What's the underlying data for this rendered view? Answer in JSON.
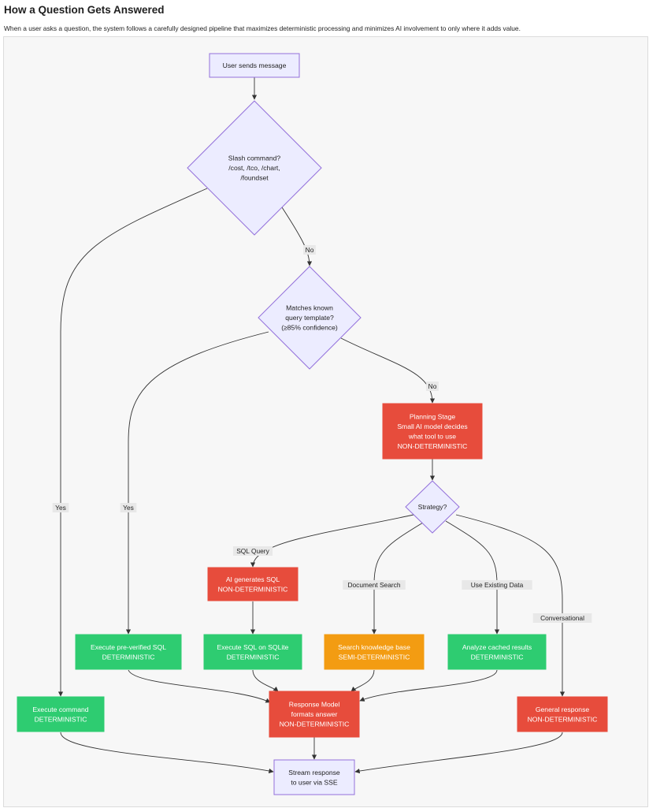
{
  "page": {
    "title": "How a Question Gets Answered",
    "description": "When a user asks a question, the system follows a carefully designed pipeline that maximizes deterministic processing and minimizes AI involvement to only where it adds value."
  },
  "colors": {
    "neutral_fill": "#ececff",
    "neutral_stroke": "#9370db",
    "nondeterministic": "#e74c3c",
    "deterministic": "#2ecc71",
    "semideterministic": "#f39c12",
    "edge": "#333333",
    "label_bg": "#e8e8e8"
  },
  "flowchart": {
    "nodes": {
      "user_sends": {
        "lines": [
          "User sends message"
        ]
      },
      "slash_decision": {
        "lines": [
          "Slash command?",
          "/cost, /tco, /chart,",
          "/foundset"
        ]
      },
      "template_decision": {
        "lines": [
          "Matches known",
          "query template?",
          "(≥85% confidence)"
        ]
      },
      "planning_stage": {
        "lines": [
          "Planning Stage",
          "Small AI model decides",
          "what tool to use",
          "NON-DETERMINISTIC"
        ]
      },
      "strategy_decision": {
        "lines": [
          "Strategy?"
        ]
      },
      "ai_generates_sql": {
        "lines": [
          "AI generates SQL",
          "NON-DETERMINISTIC"
        ]
      },
      "execute_preverified": {
        "lines": [
          "Execute pre-verified SQL",
          "DETERMINISTIC"
        ]
      },
      "execute_sqlite": {
        "lines": [
          "Execute SQL on SQLite",
          "DETERMINISTIC"
        ]
      },
      "search_kb": {
        "lines": [
          "Search knowledge base",
          "SEMI-DETERMINISTIC"
        ]
      },
      "analyze_cached": {
        "lines": [
          "Analyze cached results",
          "DETERMINISTIC"
        ]
      },
      "execute_command": {
        "lines": [
          "Execute command",
          "DETERMINISTIC"
        ]
      },
      "response_model": {
        "lines": [
          "Response Model",
          "formats answer",
          "NON-DETERMINISTIC"
        ]
      },
      "general_response": {
        "lines": [
          "General response",
          "NON-DETERMINISTIC"
        ]
      },
      "stream_response": {
        "lines": [
          "Stream response",
          "to user via SSE"
        ]
      }
    },
    "edge_labels": {
      "slash_no": "No",
      "slash_yes": "Yes",
      "template_no": "No",
      "template_yes": "Yes",
      "sql_query": "SQL Query",
      "document_search": "Document Search",
      "use_existing_data": "Use Existing Data",
      "conversational": "Conversational"
    }
  }
}
